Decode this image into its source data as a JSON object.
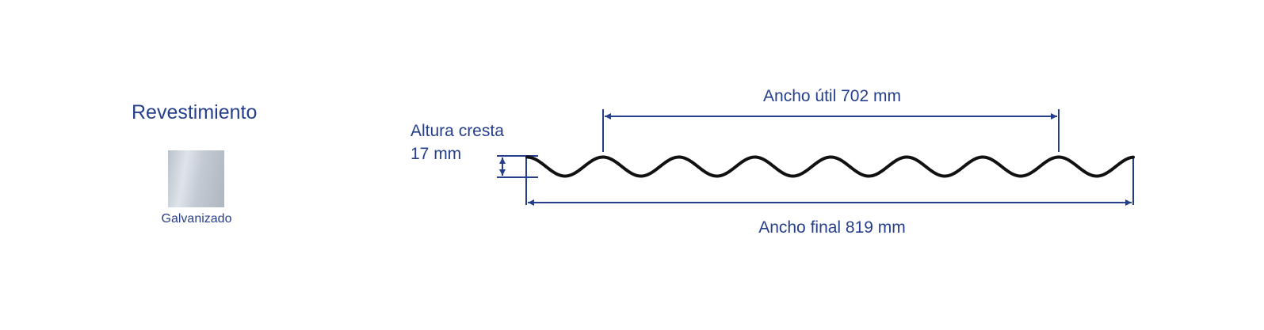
{
  "coating": {
    "title": "Revestimiento",
    "swatch_label": "Galvanizado"
  },
  "profile": {
    "crest_height_label": "Altura cresta",
    "crest_height_value": "17 mm",
    "useful_width_label": "Ancho útil 702 mm",
    "final_width_label": "Ancho final 819 mm"
  },
  "colors": {
    "accent": "#263f8c",
    "profile_line": "#111111"
  }
}
